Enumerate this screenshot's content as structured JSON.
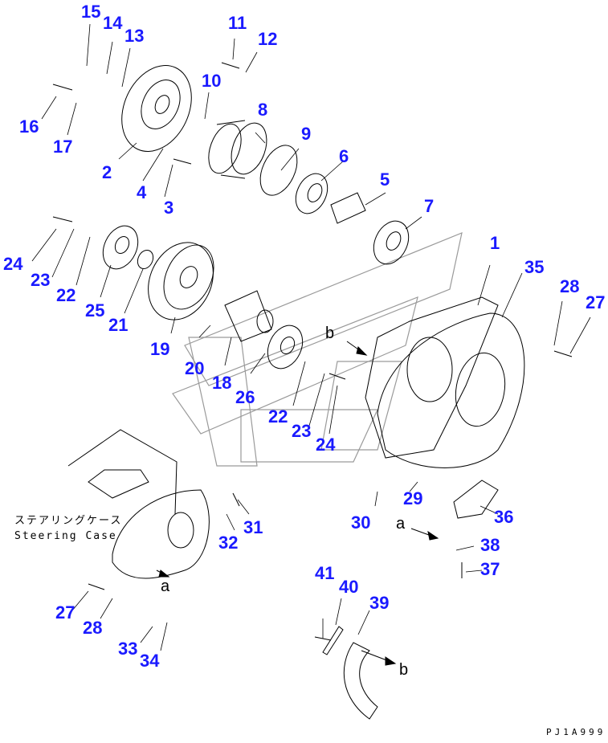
{
  "diagram": {
    "title": "Steering case parts exploded view",
    "accent_color": "#1a1aff",
    "drawing_code": "PJ1A999",
    "caption_jp": "ステアリングケース",
    "caption_en": "Steering Case",
    "view_arrows": {
      "a1": "a",
      "a2": "a",
      "b1": "b",
      "b2": "b"
    },
    "callouts": {
      "p1": "1",
      "p2": "2",
      "p3": "3",
      "p4": "4",
      "p5": "5",
      "p6": "6",
      "p7": "7",
      "p8": "8",
      "p9": "9",
      "p10": "10",
      "p11": "11",
      "p12": "12",
      "p13": "13",
      "p14": "14",
      "p15": "15",
      "p16": "16",
      "p17": "17",
      "p18": "18",
      "p19": "19",
      "p20": "20",
      "p21": "21",
      "p22a": "22",
      "p22b": "22",
      "p23a": "23",
      "p23b": "23",
      "p24a": "24",
      "p24b": "24",
      "p25": "25",
      "p26": "26",
      "p27a": "27",
      "p27b": "27",
      "p28a": "28",
      "p28b": "28",
      "p29": "29",
      "p30": "30",
      "p31": "31",
      "p32": "32",
      "p33": "33",
      "p34": "34",
      "p35": "35",
      "p36": "36",
      "p37": "37",
      "p38": "38",
      "p39": "39",
      "p40": "40",
      "p41": "41"
    }
  }
}
